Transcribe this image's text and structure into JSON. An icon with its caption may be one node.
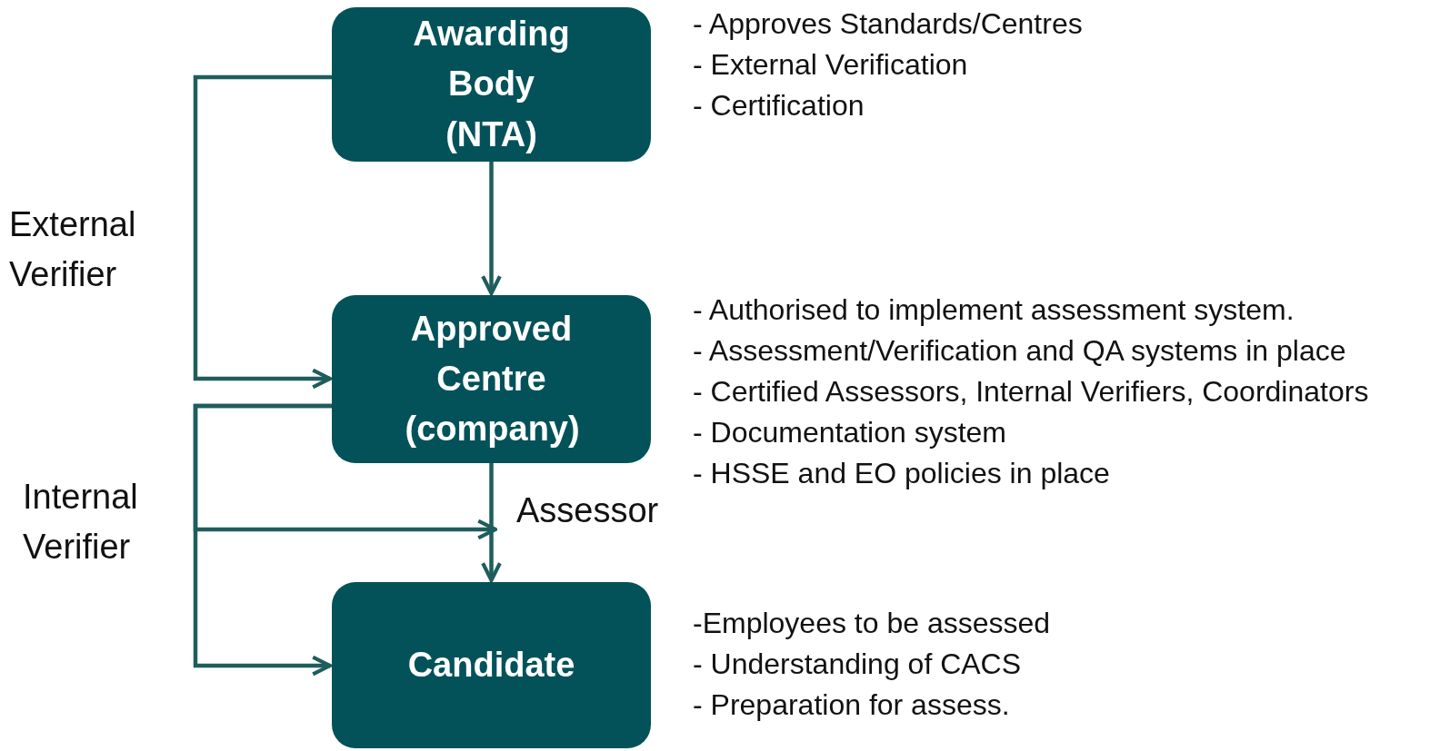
{
  "diagram": {
    "nodes": [
      {
        "text": [
          "Awarding Body (NTA)"
        ],
        "beside": [
          "- Approves Standards/Centres",
          "-  External Verification",
          "-  Certification"
        ]
      },
      {
        "text": [
          "Approved Centre (company)"
        ],
        "beside": [
          "- Authorised to implement assessment system.",
          "- Assessment/Verification and QA systems in place",
          "- Certified Assessors, Internal Verifiers, Coordinators",
          "- Documentation system",
          "- HSSE and EO policies in place"
        ]
      },
      {
        "text": [
          "Candidate"
        ],
        "beside": [
          "-Employees to be assessed",
          "- Understanding of CACS",
          "- Preparation for assess."
        ]
      }
    ],
    "edges": [
      {
        "from": 0,
        "to": 1,
        "arrow": "to"
      },
      {
        "from": 0,
        "to": 1,
        "arrow": "to",
        "label": "External Verifier"
      },
      {
        "from": 1,
        "to": 2,
        "arrow": "to",
        "label": "Internal Verifier"
      },
      {
        "from": 1,
        "to": null,
        "arrow": "to"
      },
      {
        "from": 1,
        "to": 2,
        "arrow": "to",
        "label": "Assessor"
      }
    ]
  }
}
